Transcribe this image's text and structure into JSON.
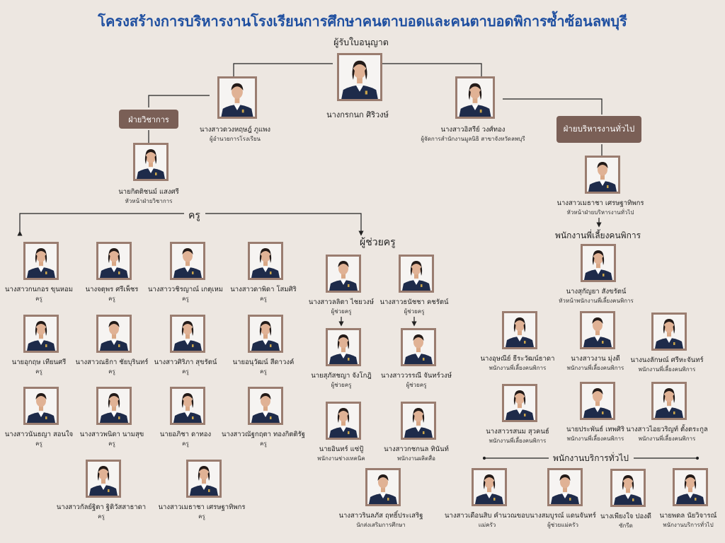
{
  "title": "โครงสร้างการบริหารงานโรงเรียนการศึกษาคนตาบอดและคนตาบอดพิการซ้ำซ้อนลพบุรี",
  "licensee": {
    "heading": "ผู้รับใบอนุญาต",
    "name": "นางกรกนก ศิริวงษ์"
  },
  "director": {
    "name": "นางสาวดวงหฤษฎ์ ภูแพง",
    "role": "ผู้อำนวยการโรงเรียน"
  },
  "manager": {
    "name": "นางสาวอิสรีย์ วงศ์ทอง",
    "role": "ผู้จัดการสำนักงานมูลนิธิ สาขาจังหวัดลพบุรี"
  },
  "academic": {
    "dept": "ฝ่ายวิชาการ",
    "head_name": "นายกิตติชนม์ แสงศรี",
    "head_role": "หัวหน้าฝ่ายวิชาการ"
  },
  "general": {
    "dept": "ฝ่ายบริหารงานทั่วไป",
    "head_name": "นางสาวเมธาชา เศรษฐาทิพกร",
    "head_role": "หัวหน้าฝ่ายบริหารงานทั่วไป"
  },
  "teachers": {
    "heading": "ครู",
    "role": "ครู",
    "items": [
      "นางสาวกนกอร ขุนหอม",
      "นางจตุพร ศรีเพ็ชร",
      "นางสาววชิรญาณ์ เกตุเหม",
      "นางสาวดาพิดา โสมศิริ",
      "นายอุกฤษ เทียนศรี",
      "นางสาวณธิกา ชัยบุรินทร์",
      "นางสาวศิริภา สุขรัตน์",
      "นายอนุวัฒน์ สีดาวงค์",
      "นางสาวนันธญา สอนใจ",
      "นางสาวพนิดา นามสุข",
      "นายอภิชา ดาทอง",
      "นางสาวณัฐกฤตา ทองกิตติรัฐ",
      "นางสาวกัลย์ฐิตา ฐิติวัสสาธาดา",
      "นางสาวเมธาชา เศรษฐาทิพกร"
    ]
  },
  "assistants": {
    "heading": "ผู้ช่วยครู",
    "role": "ผู้ช่วยครู",
    "items": [
      "นางสาวลลิตา ไชยวงษ์",
      "นางสาวธนัชชา คชรัตน์",
      "นายสุภัสชญา จังโกฎิ",
      "นางสาววรรณี จันทร์วงษ์"
    ],
    "tech_name": "นายอินทร์ แซ่ปู้",
    "tech_role": "พนักงานช่างเทคนิค",
    "media_name": "นางสาวกชกนล ทินันท์",
    "media_role": "พนักงานผลิตสื่อ",
    "edu_name": "นางสาวรินลภัส ฤทธิ์ประเสริฐ",
    "edu_role": "นักส่งเสริมการศึกษา"
  },
  "caretakers": {
    "heading": "พนักงานพี่เลี้ยงคนพิการ",
    "head_name": "นางสุกัญยา สังขรัตน์",
    "head_role": "หัวหน้าพนักงานพี่เลี้ยงคนพิการ",
    "role": "พนักงานพี่เลี้ยงคนพิการ",
    "items": [
      "นางอุษณีย์ ธีระวัฒน์ธาดา",
      "นางสาวงาน มุ่งดี",
      "นางนงลักษณ์ ศรีหะจันทร์",
      "นางสาวรสนม สุวคนธ์",
      "นายประพันธ์ เทพศิริ",
      "นางสาวไอยวริญท์ ตั้งตระกูล"
    ]
  },
  "general_staff": {
    "heading": "พนักงานบริการทั่วไป",
    "items": [
      {
        "name": "นางสาวเดือนสิบ คำนวณขอบ",
        "role": "แม่ครัว"
      },
      {
        "name": "นางสมบูรณ์ แดนจันทร์",
        "role": "ผู้ช่วยแม่ครัว"
      },
      {
        "name": "นางเพียงใจ ปองดี",
        "role": "ซักรีด"
      },
      {
        "name": "นายพดล นัยวิจารณ์",
        "role": "พนักงานบริการทั่วไป"
      }
    ]
  },
  "colors": {
    "title": "#1f4fa0",
    "frame": "#9a7d70",
    "dept_box": "#7a5f56",
    "background": "#ede7e1",
    "uniform": "#1e2b4a"
  }
}
